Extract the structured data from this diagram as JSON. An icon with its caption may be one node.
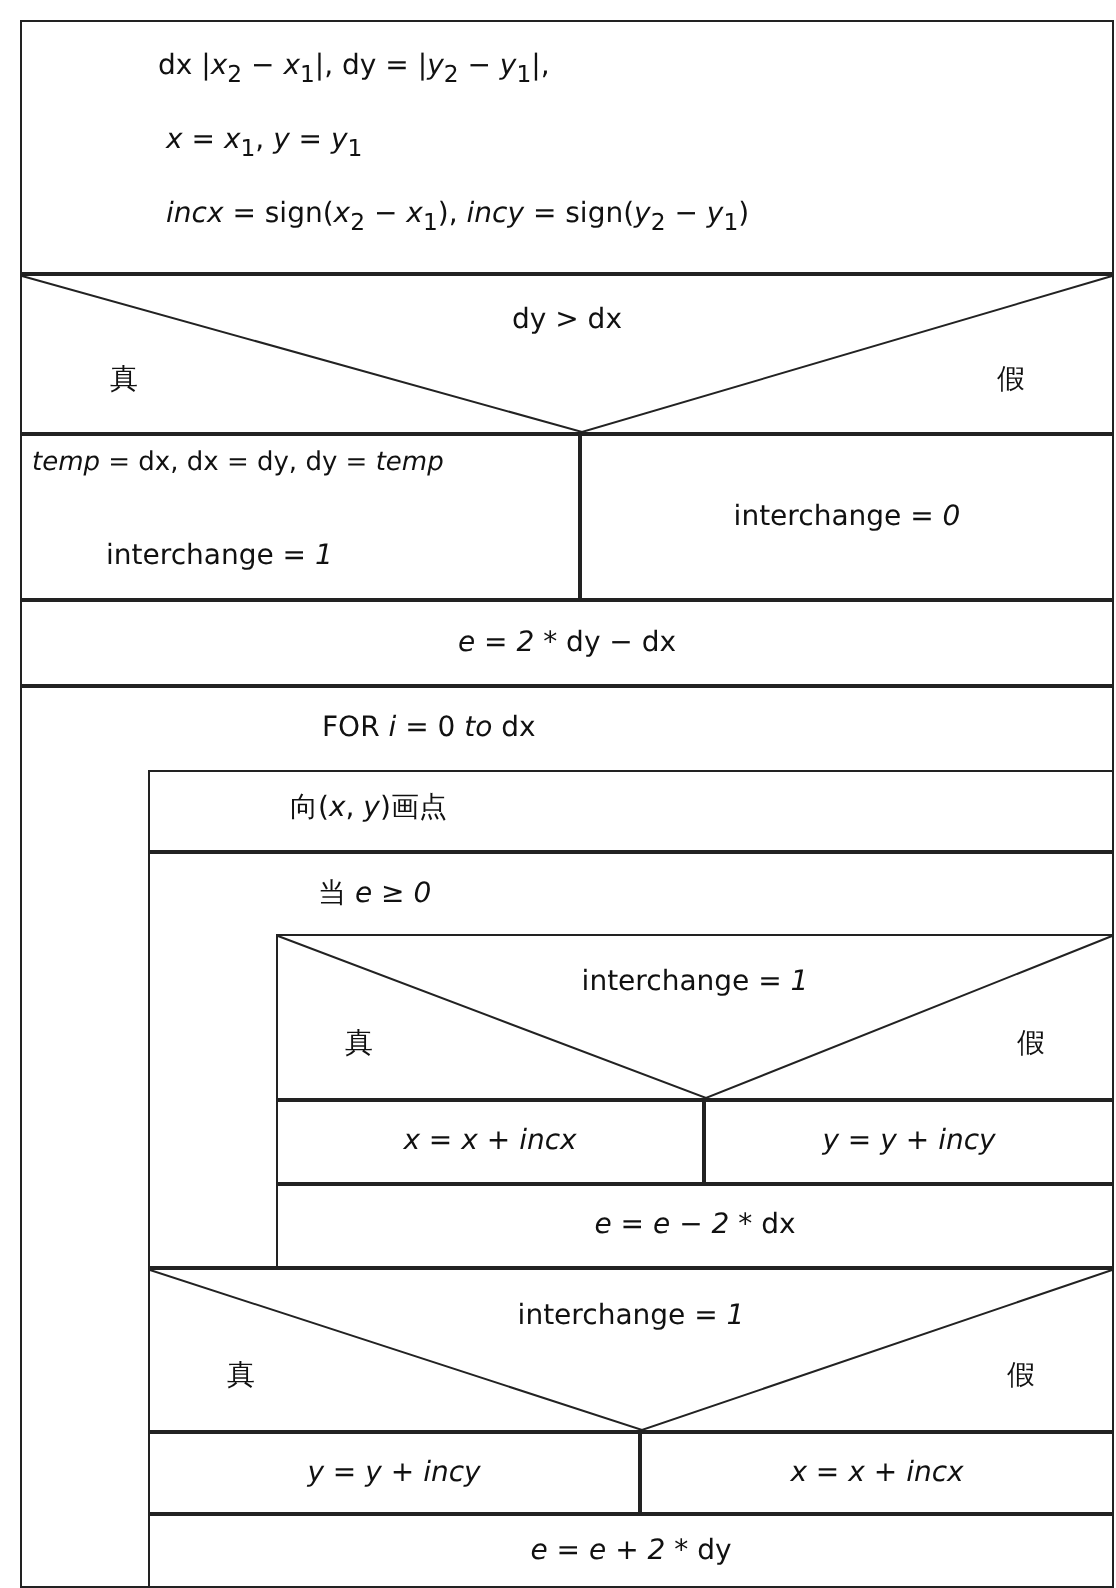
{
  "diagram": {
    "nodes": [
      {
        "text": [
          "dx |*x*$_{2}$ − *x*$_{1}$|, dy = |*y*$_{2}$ − *y*$_{1}$|,",
          "*x* = *x*$_{1}$, *y* = *y*$_{1}$",
          "*incx* = sign(*x*$_{2}$ − *x*$_{1}$), *incy* = sign(*y*$_{2}$ − *y*$_{1}$)"
        ]
      },
      {
        "text": [
          "dy > dx",
          "真",
          "假"
        ]
      },
      {
        "text": [
          "*temp* = dx, dx = dy, dy = *temp*",
          "interchange = *1*"
        ]
      },
      {
        "text": [
          "interchange = *0*"
        ]
      },
      {
        "text": [
          "*e* = *2* * dy − dx"
        ]
      },
      {
        "text": [
          "FOR *i* = 0 *to* dx"
        ]
      },
      {
        "text": [
          "向(*x*, *y*)画点"
        ],
        "in": 5
      },
      {
        "text": [
          "当 *e* ≥ *0*"
        ],
        "in": 5
      },
      {
        "text": [
          "interchange = *1*",
          "真",
          "假"
        ],
        "in": 7
      },
      {
        "text": [
          "*x* = *x* + *incx*"
        ],
        "in": 7
      },
      {
        "text": [
          "*y* = *y* + *incy*"
        ],
        "in": 7
      },
      {
        "text": [
          "*e* = *e* − *2* * dx"
        ],
        "in": 7
      },
      {
        "text": [
          "interchange = *1*",
          "真",
          "假"
        ],
        "in": 5
      },
      {
        "text": [
          "*y* = *y* + *incy*"
        ],
        "in": 5
      },
      {
        "text": [
          "*x* = *x* + *incx*"
        ],
        "in": 5
      },
      {
        "text": [
          "*e* = *e* + *2* * dy"
        ],
        "in": 5
      }
    ]
  }
}
